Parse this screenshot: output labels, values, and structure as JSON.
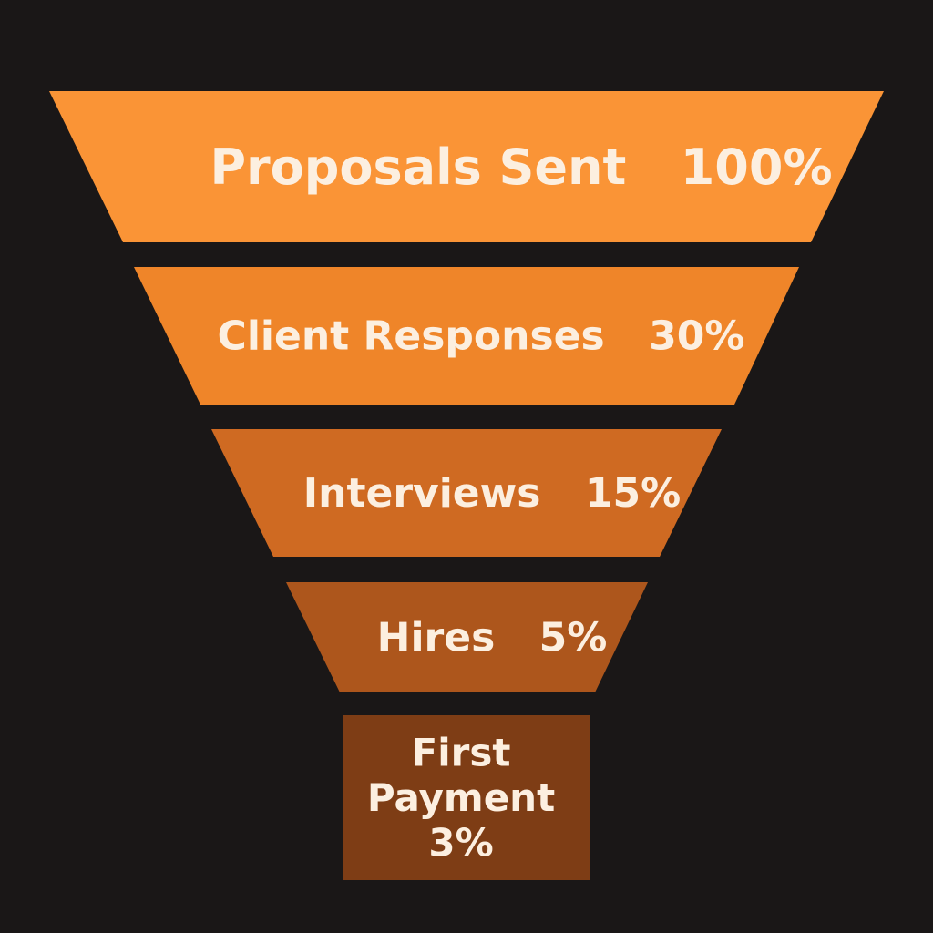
{
  "background_color": "#1a1717",
  "text_color": "#fcefe0",
  "chart_data": {
    "type": "funnel",
    "title": "",
    "stages": [
      {
        "name": "Proposals Sent",
        "value": 100,
        "value_label": "100%",
        "color": "#fa9436"
      },
      {
        "name": "Client Responses",
        "value": 30,
        "value_label": "30%",
        "color": "#ef8529"
      },
      {
        "name": "Interviews",
        "value": 15,
        "value_label": "15%",
        "color": "#cf6a22"
      },
      {
        "name": "Hires",
        "value": 5,
        "value_label": "5%",
        "color": "#ad561c"
      },
      {
        "name": "First Payment",
        "value": 3,
        "value_label": "3%",
        "color": "#7e3d15"
      }
    ]
  }
}
